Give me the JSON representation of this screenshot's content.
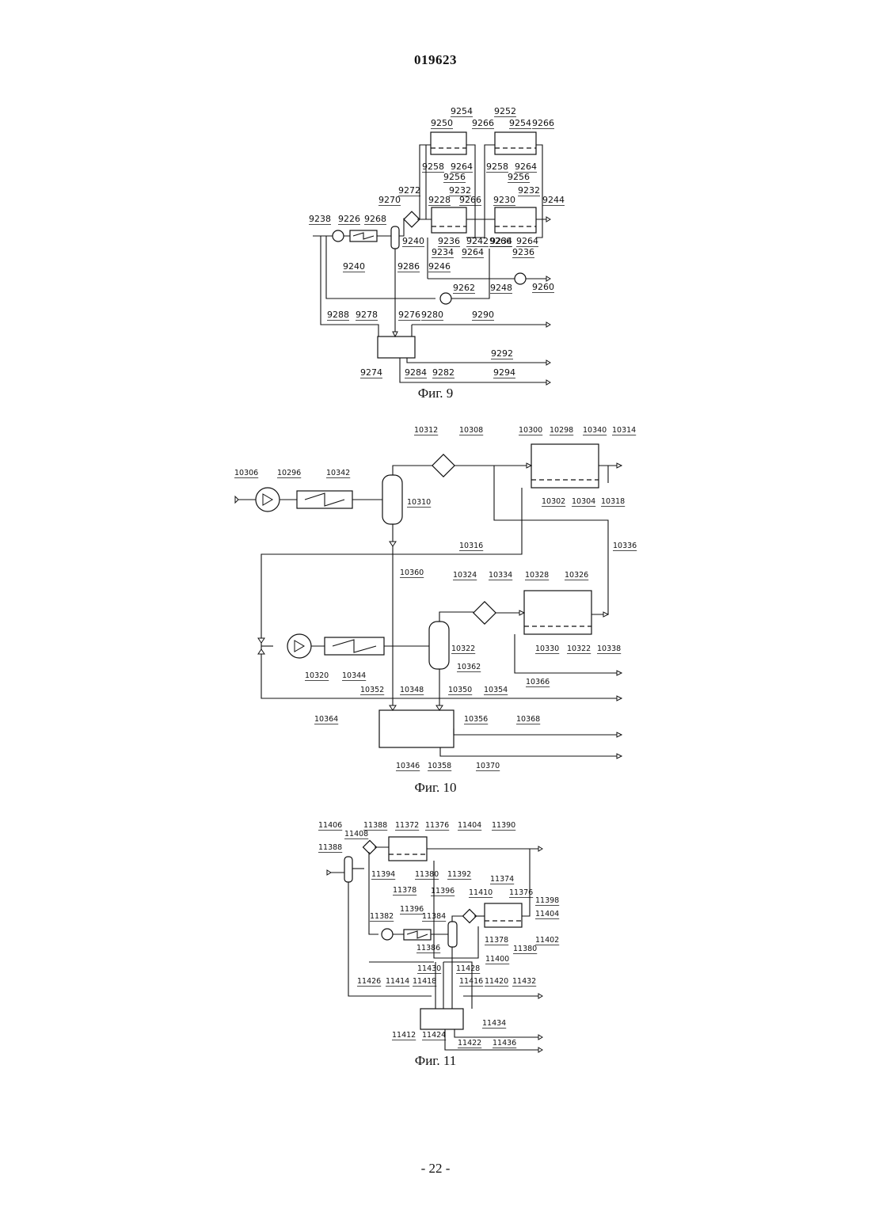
{
  "header": {
    "patent_number": "019623"
  },
  "footer": {
    "page_number": "- 22 -"
  },
  "figures": [
    {
      "caption": "Фиг. 9",
      "labels": [
        "9254",
        "9250",
        "9266",
        "9252",
        "9254",
        "9266",
        "9258",
        "9264",
        "9256",
        "9258",
        "9264",
        "9256",
        "9272",
        "9232",
        "9228",
        "9266",
        "9230",
        "9232",
        "9244",
        "9270",
        "9238",
        "9226",
        "9268",
        "9240",
        "9236",
        "9242",
        "9234",
        "9264",
        "9266",
        "9234",
        "9264",
        "9236",
        "9240",
        "9286",
        "9246",
        "9262",
        "9248",
        "9260",
        "9288",
        "9278",
        "9276",
        "9280",
        "9290",
        "9292",
        "9274",
        "9284",
        "9282",
        "9294"
      ]
    },
    {
      "caption": "Фиг. 10",
      "labels": [
        "10312",
        "10308",
        "10300",
        "10298",
        "10340",
        "10314",
        "10306",
        "10296",
        "10342",
        "10310",
        "10302",
        "10304",
        "10318",
        "10316",
        "10336",
        "10360",
        "10324",
        "10334",
        "10328",
        "10326",
        "10322",
        "10330",
        "10322",
        "10338",
        "10320",
        "10344",
        "10362",
        "10352",
        "10348",
        "10350",
        "10354",
        "10366",
        "10364",
        "10356",
        "10368",
        "10346",
        "10358",
        "10370"
      ]
    },
    {
      "caption": "Фиг. 11",
      "labels": [
        "11406",
        "11388",
        "11372",
        "11376",
        "11404",
        "11390",
        "11408",
        "11388",
        "11394",
        "11380",
        "11392",
        "11378",
        "11374",
        "11396",
        "11410",
        "11376",
        "11398",
        "11382",
        "11396",
        "11384",
        "11404",
        "11378",
        "11402",
        "11386",
        "11380",
        "11400",
        "11430",
        "11428",
        "11426",
        "11414",
        "11418",
        "11416",
        "11420",
        "11432",
        "11412",
        "11424",
        "11434",
        "11422",
        "11436"
      ]
    }
  ]
}
